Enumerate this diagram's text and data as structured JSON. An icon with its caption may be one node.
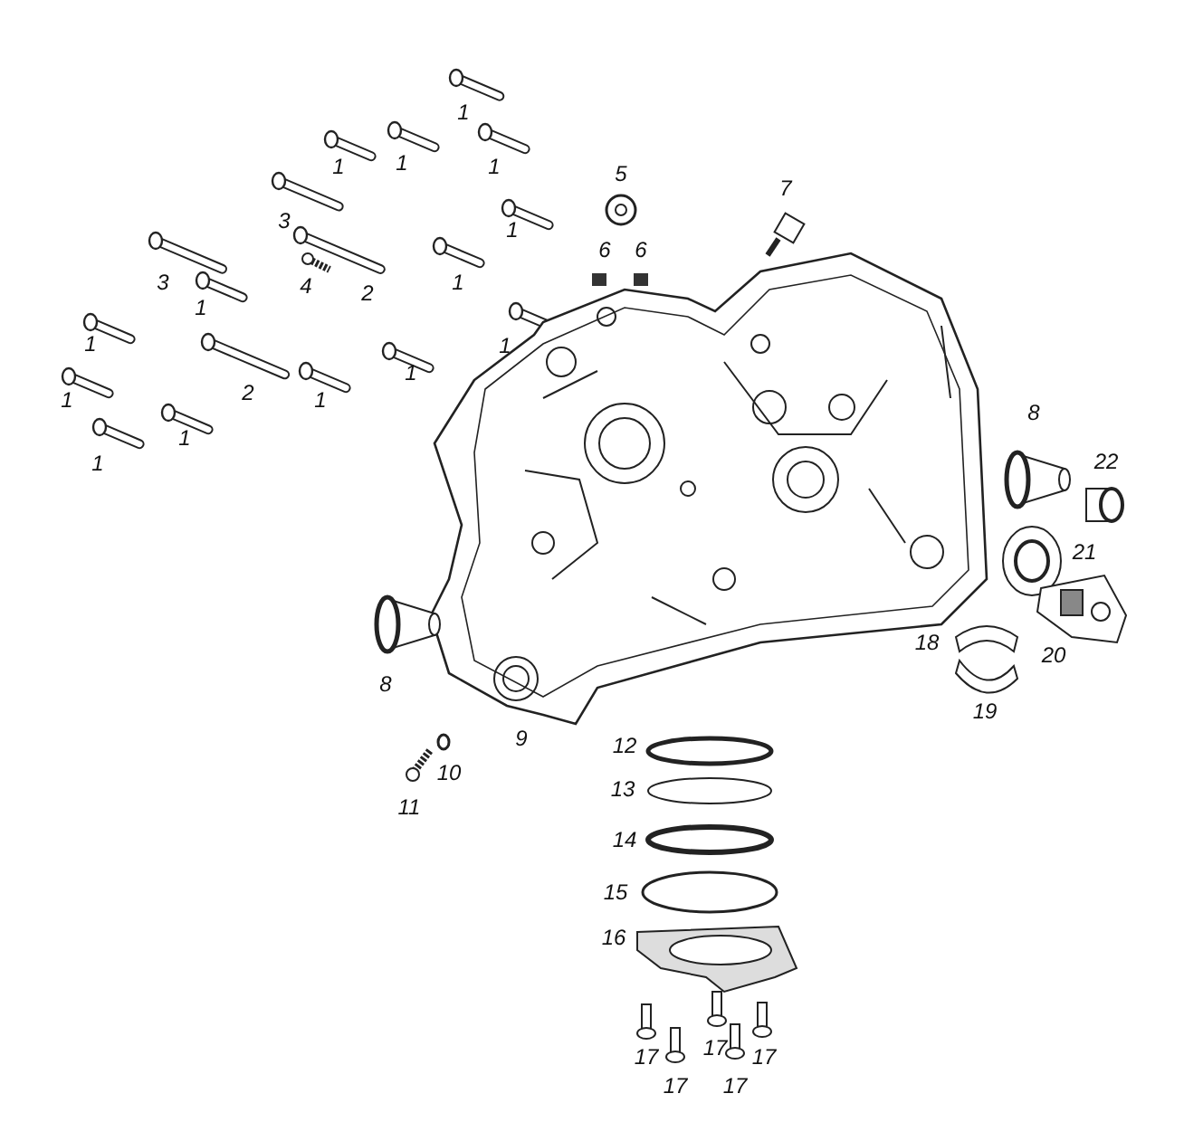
{
  "diagram": {
    "labels": [
      "1",
      "1",
      "1",
      "1",
      "5",
      "7",
      "3",
      "1",
      "6",
      "6",
      "3",
      "4",
      "2",
      "1",
      "1",
      "1",
      "1",
      "1",
      "1",
      "2",
      "1",
      "1",
      "1",
      "8",
      "22",
      "21",
      "18",
      "20",
      "8",
      "19",
      "9",
      "10",
      "12",
      "13",
      "11",
      "14",
      "15",
      "16",
      "17",
      "17",
      "17",
      "17",
      "17"
    ]
  }
}
